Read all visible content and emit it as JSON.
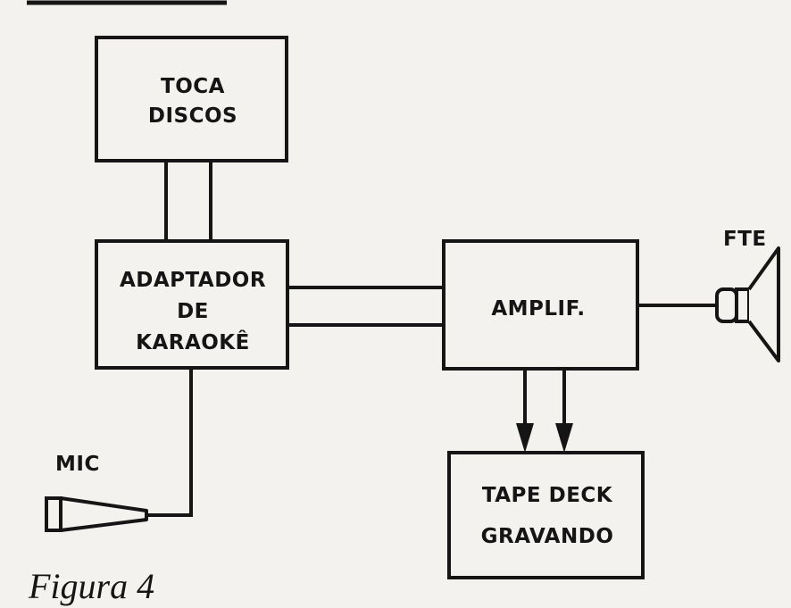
{
  "blocks": {
    "toca_discos": {
      "lines": [
        "TOCA",
        "DISCOS"
      ]
    },
    "adaptador": {
      "lines": [
        "ADAPTADOR",
        "DE",
        "KARAOKÊ"
      ]
    },
    "amplif": {
      "lines": [
        "AMPLIF."
      ]
    },
    "tape_deck": {
      "lines": [
        "TAPE DECK",
        "GRAVANDO"
      ]
    }
  },
  "labels": {
    "fte": "FTE",
    "mic": "MIC"
  },
  "caption": "Figura 4",
  "colors": {
    "ink": "#151515",
    "paper": "#f4f2ee"
  }
}
